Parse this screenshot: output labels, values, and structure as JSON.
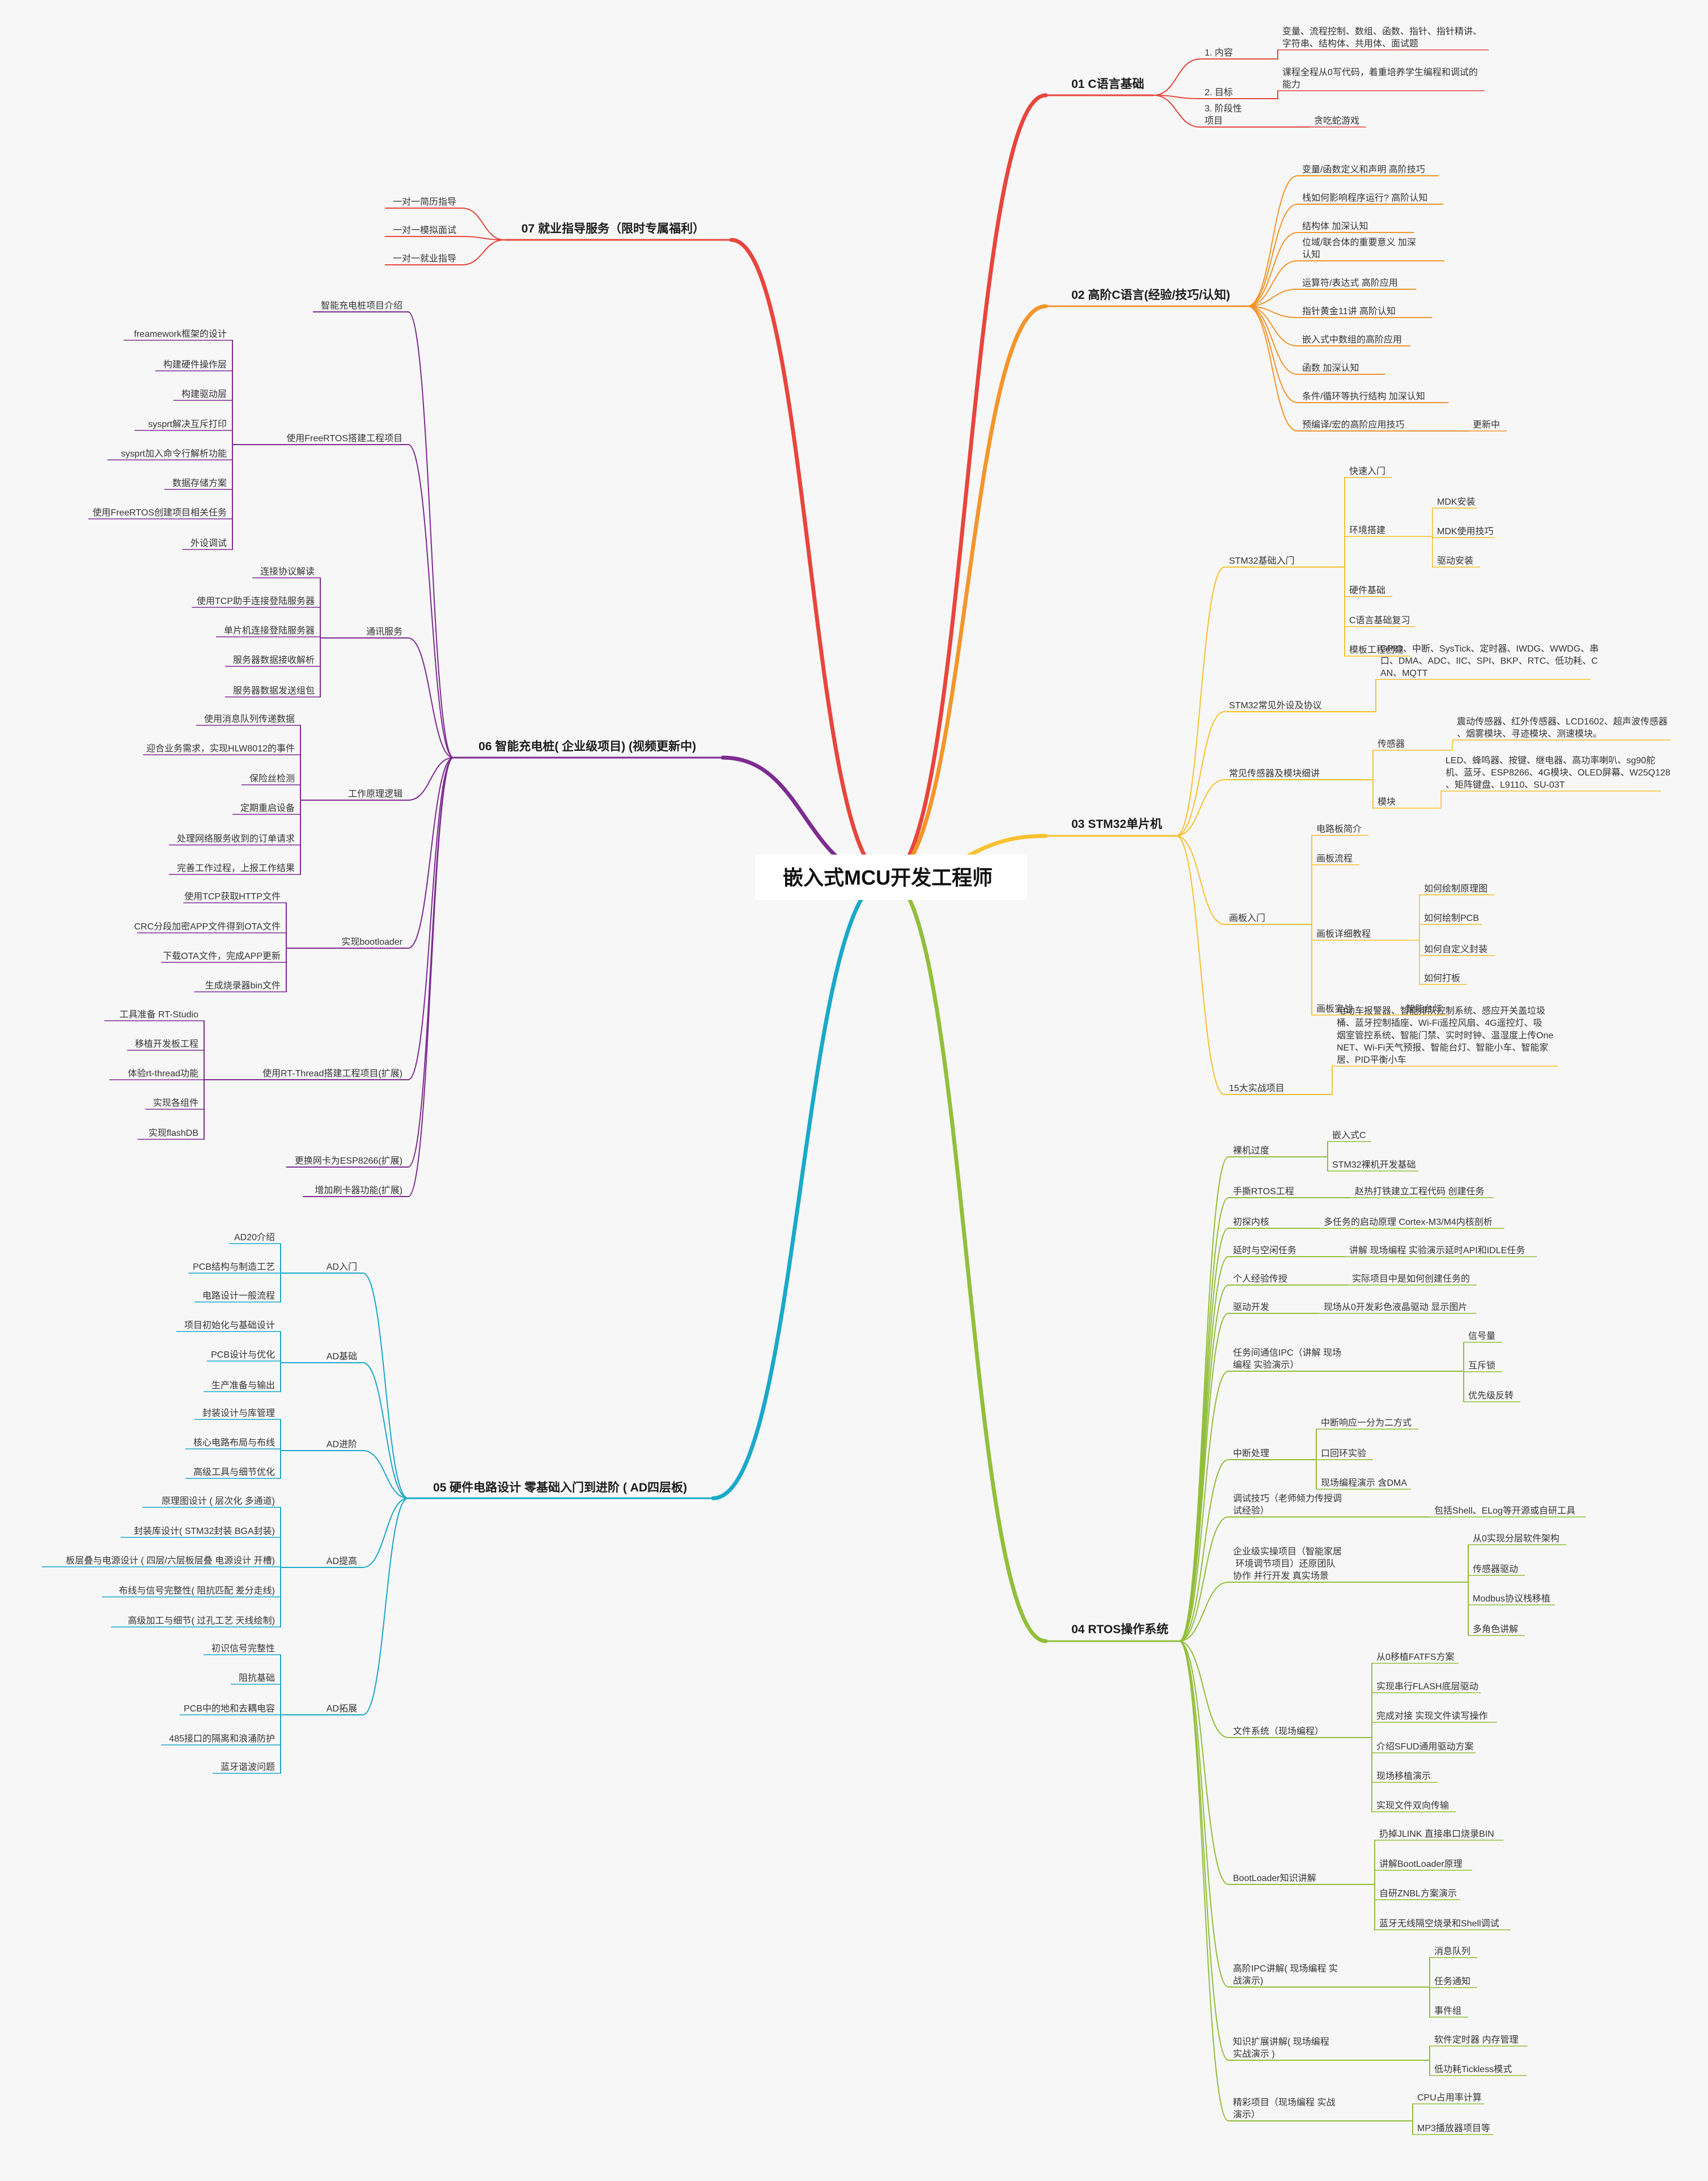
{
  "root": "嵌入式MCU开发工程师",
  "branches": [
    {
      "id": "b01",
      "side": "right",
      "color": "#e8453c",
      "label": "01 C语言基础",
      "children": [
        {
          "label": "1. 内容",
          "children": [
            {
              "label": "变量、流程控制、数组、函数、指针、指针精讲、字符串、结构体、共用体、面试题"
            }
          ]
        },
        {
          "label": "2. 目标",
          "children": [
            {
              "label": "课程全程从0写代码，着重培养学生编程和调试的能力"
            }
          ]
        },
        {
          "label": "3. 阶段性项目",
          "children": [
            {
              "label": "贪吃蛇游戏"
            }
          ]
        }
      ]
    },
    {
      "id": "b02",
      "side": "right",
      "color": "#f4952b",
      "label": "02 高阶C语言(经验/技巧/认知)",
      "children": [
        {
          "label": "变量/函数定义和声明 高阶技巧"
        },
        {
          "label": "栈如何影响程序运行?  高阶认知"
        },
        {
          "label": "结构体        加深认知"
        },
        {
          "label": "位域/联合体的重要意义    加深认知"
        },
        {
          "label": "运算符/表达式  高阶应用"
        },
        {
          "label": "指针黄金11讲      高阶认知"
        },
        {
          "label": "嵌入式中数组的高阶应用"
        },
        {
          "label": "函数    加深认知"
        },
        {
          "label": "条件/循环等执行结构   加深认知"
        },
        {
          "label": "预编译/宏的高阶应用技巧",
          "children": [
            {
              "label": "更新中"
            }
          ]
        }
      ]
    },
    {
      "id": "b03",
      "side": "right",
      "color": "#f7c12f",
      "label": "03 STM32单片机",
      "children": [
        {
          "label": "STM32基础入门",
          "children": [
            {
              "label": "快速入门"
            },
            {
              "label": "环境搭建",
              "children": [
                {
                  "label": "MDK安装"
                },
                {
                  "label": "MDK使用技巧"
                },
                {
                  "label": "驱动安装"
                }
              ]
            },
            {
              "label": "硬件基础"
            },
            {
              "label": "C语言基础复习"
            },
            {
              "label": "模板工程创建"
            }
          ]
        },
        {
          "label": "STM32常见外设及协议",
          "children": [
            {
              "label": "GPIO、中断、SysTick、定时器、IWDG、WWDG、串口、DMA、ADC、IIC、SPI、BKP、RTC、低功耗、CAN、MQTT"
            }
          ]
        },
        {
          "label": "常见传感器及模块细讲",
          "children": [
            {
              "label": "传感器",
              "children": [
                {
                  "label": "震动传感器、红外传感器、LCD1602、超声波传感器、烟雾模块、寻迹模块、测速模块。"
                }
              ]
            },
            {
              "label": "模块",
              "children": [
                {
                  "label": "LED、蜂鸣器、按键、继电器、高功率喇叭、sg90舵机、蓝牙、ESP8266、4G模块、OLED屏幕、W25Q128、矩阵键盘、L9110、SU-03T"
                }
              ]
            }
          ]
        },
        {
          "label": "画板入门",
          "children": [
            {
              "label": "电路板简介"
            },
            {
              "label": "画板流程"
            },
            {
              "label": "画板详细教程",
              "children": [
                {
                  "label": "如何绘制原理图"
                },
                {
                  "label": "如何绘制PCB"
                },
                {
                  "label": "如何自定义封装"
                },
                {
                  "label": "如何打板"
                }
              ]
            },
            {
              "label": "画板实战",
              "children": [
                {
                  "label": "智能台灯"
                }
              ]
            }
          ]
        },
        {
          "label": "15大实战项目",
          "children": [
            {
              "label": "电动车报警器、智能排队控制系统、感应开关盖垃圾桶、蓝牙控制插座、Wi-Fi遥控风扇、4G遥控灯、吸烟室管控系统、智能门禁、实时时钟、温湿度上传OneNET、Wi-Fi天气预报、智能台灯、智能小车、智能家居、PID平衡小车"
            }
          ]
        }
      ]
    },
    {
      "id": "b04",
      "side": "right",
      "color": "#92bf3b",
      "label": "04 RTOS操作系统",
      "children": [
        {
          "label": "裸机过度",
          "children": [
            {
              "label": "嵌入式C"
            },
            {
              "label": "STM32裸机开发基础"
            }
          ]
        },
        {
          "label": "手撕RTOS工程",
          "children": [
            {
              "label": "赵热打铁建立工程代码 创建任务"
            }
          ]
        },
        {
          "label": "初探内核",
          "children": [
            {
              "label": "多任务的启动原理 Cortex-M3/M4内核剖析"
            }
          ]
        },
        {
          "label": "延时与空闲任务",
          "children": [
            {
              "label": "讲解 现场编程 实验演示延时API和IDLE任务"
            }
          ]
        },
        {
          "label": "个人经验传授",
          "children": [
            {
              "label": "实际项目中是如何创建任务的"
            }
          ]
        },
        {
          "label": "驱动开发",
          "children": [
            {
              "label": "现场从0开发彩色液晶驱动 显示图片"
            }
          ]
        },
        {
          "label": "任务间通信IPC（讲解 现场编程 实验演示）",
          "children": [
            {
              "label": "信号量"
            },
            {
              "label": "互斥锁"
            },
            {
              "label": "优先级反转"
            }
          ]
        },
        {
          "label": "中断处理",
          "children": [
            {
              "label": "中断响应一分为二方式"
            },
            {
              "label": "口回环实验"
            },
            {
              "label": "现场编程演示 含DMA"
            }
          ]
        },
        {
          "label": "调试技巧（老师倾力传授调试经验）",
          "children": [
            {
              "label": "包括Shell、ELog等开源或自研工具"
            }
          ]
        },
        {
          "label": "企业级实操项目（智能家居 环境调节项目）还原团队协作 并行开发 真实场景",
          "children": [
            {
              "label": "从0实现分层软件架构"
            },
            {
              "label": "传感器驱动"
            },
            {
              "label": "Modbus协议栈移植"
            },
            {
              "label": "多角色讲解"
            }
          ]
        },
        {
          "label": "文件系统（现场编程）",
          "children": [
            {
              "label": "从0移植FATFS方案"
            },
            {
              "label": "实现串行FLASH底层驱动"
            },
            {
              "label": "完成对接 实现文件读写操作"
            },
            {
              "label": "介绍SFUD通用驱动方案"
            },
            {
              "label": "现场移植演示"
            },
            {
              "label": "实现文件双向传输"
            }
          ]
        },
        {
          "label": "BootLoader知识讲解",
          "children": [
            {
              "label": "扔掉JLINK 直接串口烧录BIN"
            },
            {
              "label": "讲解BootLoader原理"
            },
            {
              "label": "自研ZNBL方案演示"
            },
            {
              "label": "蓝牙无线隔空烧录和Shell调试"
            }
          ]
        },
        {
          "label": "高阶IPC讲解( 现场编程 实战演示)",
          "children": [
            {
              "label": "消息队列"
            },
            {
              "label": "任务通知"
            },
            {
              "label": "事件组"
            }
          ]
        },
        {
          "label": "知识扩展讲解( 现场编程 实战演示 )",
          "children": [
            {
              "label": "软件定时器 内存管理"
            },
            {
              "label": "低功耗Tickless模式"
            }
          ]
        },
        {
          "label": "精彩项目（现场编程 实战演示）",
          "children": [
            {
              "label": "CPU占用率计算"
            },
            {
              "label": "MP3播放器项目等"
            }
          ]
        }
      ]
    },
    {
      "id": "b05",
      "side": "left",
      "color": "#19a9c9",
      "label": "05 硬件电路设计 零基础入门到进阶 ( AD四层板)",
      "children": [
        {
          "label": "AD入门",
          "children": [
            {
              "label": "AD20介绍"
            },
            {
              "label": "PCB结构与制造工艺"
            },
            {
              "label": "电路设计一般流程"
            }
          ]
        },
        {
          "label": "AD基础",
          "children": [
            {
              "label": "项目初始化与基础设计"
            },
            {
              "label": "PCB设计与优化"
            },
            {
              "label": "生产准备与输出"
            }
          ]
        },
        {
          "label": "AD进阶",
          "children": [
            {
              "label": "封装设计与库管理"
            },
            {
              "label": "核心电路布局与布线"
            },
            {
              "label": "高级工具与细节优化"
            }
          ]
        },
        {
          "label": "AD提高",
          "children": [
            {
              "label": "原理图设计 ( 层次化 多通道)"
            },
            {
              "label": "封装库设计( STM32封装  BGA封装)"
            },
            {
              "label": "板层叠与电源设计 ( 四层/六层板层叠 电源设计 开槽)"
            },
            {
              "label": "布线与信号完整性( 阻抗匹配 差分走线)"
            },
            {
              "label": "高级加工与细节( 过孔工艺 天线绘制)"
            }
          ]
        },
        {
          "label": "AD拓展",
          "children": [
            {
              "label": "初识信号完整性"
            },
            {
              "label": "阻抗基础"
            },
            {
              "label": "PCB中的地和去耦电容"
            },
            {
              "label": "485接口的隔离和浪涌防护"
            },
            {
              "label": "蓝牙谐波问题"
            }
          ]
        }
      ]
    },
    {
      "id": "b06",
      "side": "left",
      "color": "#7d2b91",
      "label": "06 智能充电桩( 企业级项目) (视频更新中)",
      "children": [
        {
          "label": "智能充电桩项目介绍"
        },
        {
          "label": "使用FreeRTOS搭建工程项目",
          "children": [
            {
              "label": "freamework框架的设计"
            },
            {
              "label": "构建硬件操作层"
            },
            {
              "label": "构建驱动层"
            },
            {
              "label": "sysprt解决互斥打印"
            },
            {
              "label": "sysprt加入命令行解析功能"
            },
            {
              "label": "数据存储方案"
            },
            {
              "label": "使用FreeRTOS创建项目相关任务"
            },
            {
              "label": "外设调试"
            }
          ]
        },
        {
          "label": "通讯服务",
          "children": [
            {
              "label": "连接协议解读"
            },
            {
              "label": "使用TCP助手连接登陆服务器"
            },
            {
              "label": "单片机连接登陆服务器"
            },
            {
              "label": "服务器数据接收解析"
            },
            {
              "label": "服务器数据发送组包"
            }
          ]
        },
        {
          "label": "工作原理逻辑",
          "children": [
            {
              "label": "使用消息队列传递数据"
            },
            {
              "label": "迎合业务需求，实现HLW8012的事件"
            },
            {
              "label": "保险丝检测"
            },
            {
              "label": "定期重启设备"
            },
            {
              "label": "处理网络服务收到的订单请求"
            },
            {
              "label": "完善工作过程，上报工作结果"
            }
          ]
        },
        {
          "label": "实现bootloader",
          "children": [
            {
              "label": "使用TCP获取HTTP文件"
            },
            {
              "label": "CRC分段加密APP文件得到OTA文件"
            },
            {
              "label": "下载OTA文件，完成APP更新"
            },
            {
              "label": "生成烧录器bin文件"
            }
          ]
        },
        {
          "label": "使用RT-Thread搭建工程项目(扩展)",
          "children": [
            {
              "label": "工具准备 RT-Studio"
            },
            {
              "label": "移植开发板工程"
            },
            {
              "label": "体验rt-thread功能"
            },
            {
              "label": "实现各组件"
            },
            {
              "label": "实现flashDB"
            }
          ]
        },
        {
          "label": "更换网卡为ESP8266(扩展)"
        },
        {
          "label": "增加刷卡器功能(扩展)"
        }
      ]
    },
    {
      "id": "b07",
      "side": "left",
      "color": "#e8453c",
      "label": "07  就业指导服务（限时专属福利）",
      "children": [
        {
          "label": "一对一简历指导"
        },
        {
          "label": "一对一模拟面试"
        },
        {
          "label": "一对一就业指导"
        }
      ]
    }
  ]
}
